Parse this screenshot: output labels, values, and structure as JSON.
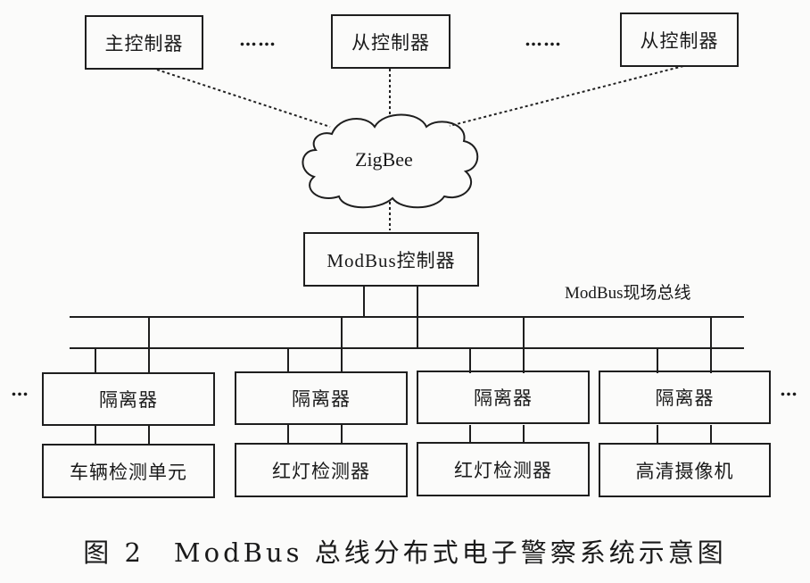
{
  "diagram": {
    "top_controllers": [
      {
        "label": "主控制器"
      },
      {
        "label": "从控制器"
      },
      {
        "label": "从控制器"
      }
    ],
    "ellipsis_top": "……",
    "network": {
      "label": "ZigBee"
    },
    "modbus_controller": {
      "label": "ModBus控制器"
    },
    "bus": {
      "label": "ModBus现场总线"
    },
    "isolators": [
      {
        "label": "隔离器"
      },
      {
        "label": "隔离器"
      },
      {
        "label": "隔离器"
      },
      {
        "label": "隔离器"
      }
    ],
    "devices": [
      {
        "label": "车辆检测单元"
      },
      {
        "label": "红灯检测器"
      },
      {
        "label": "红灯检测器"
      },
      {
        "label": "高清摄像机"
      }
    ],
    "ellipsis_side": "…",
    "caption": "图 2　ModBus 总线分布式电子警察系统示意图"
  }
}
